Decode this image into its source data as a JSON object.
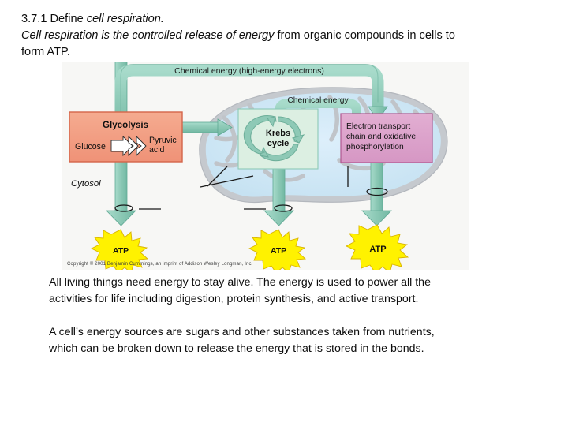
{
  "header": {
    "line1_prefix": "3.7.1 Define ",
    "line1_italic": "cell respiration.",
    "line2_italic": "Cell respiration is the controlled release of energy",
    "line2_rest": " from organic compounds in cells to",
    "line3": "form ATP."
  },
  "figure": {
    "labels": {
      "top_pipe": "Chemical energy (high-energy electrons)",
      "inner_pipe": "Chemical energy",
      "glycolysis_title": "Glycolysis",
      "glucose": "Glucose",
      "pyruvic_acid_line1": "Pyruvic",
      "pyruvic_acid_line2": "acid",
      "cytosol": "Cytosol",
      "krebs_line1": "Krebs",
      "krebs_line2": "cycle",
      "etc_line1": "Electron transport",
      "etc_line2": "chain and oxidative",
      "etc_line3": "phosphorylation",
      "atp1": "ATP",
      "atp2": "ATP",
      "atp3": "ATP"
    },
    "copyright": "Copyright © 2001 Benjamin Cummings, an imprint of Addison Wesley Longman, Inc.",
    "colors": {
      "figure_background": "#f7f7f5",
      "pipe_fill": "#8cc9b8",
      "pipe_stroke": "#5fa994",
      "glycolysis_fill": "#f2a083",
      "glycolysis_stroke": "#d4654a",
      "mitochondrion_outer": "#c2c6cc",
      "mitochondrion_inner": "#cfe7f5",
      "krebs_box_fill": "#d9ecdf",
      "krebs_box_stroke": "#8cc9b8",
      "etc_fill": "#dda3cb",
      "etc_stroke": "#b0578f",
      "atp_fill": "#fff200",
      "atp_stroke": "#d1a400",
      "leader_line": "#1a1a1a"
    }
  },
  "body": {
    "paragraph1_line1": "All living things need energy to stay alive. The energy is used to power all the",
    "paragraph1_line2": "activities for life including digestion, protein synthesis, and active transport.",
    "paragraph2_line1": "A cell’s energy sources are sugars and other substances taken from nutrients,",
    "paragraph2_line2": "which can be broken down to release the energy that is stored in the bonds."
  }
}
